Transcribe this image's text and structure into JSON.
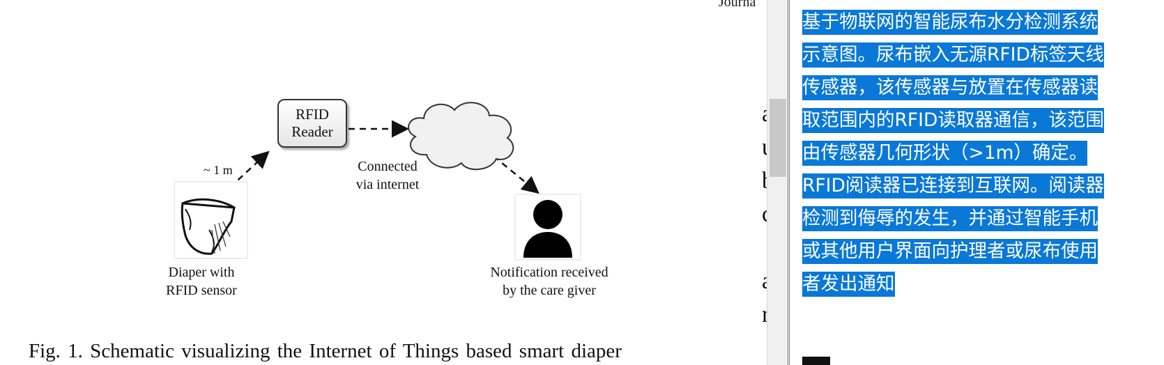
{
  "document": {
    "journal_header": "Journa",
    "figure": {
      "rfid_reader": {
        "line1": "RFID",
        "line2": "Reader"
      },
      "distance_label": "~ 1 m",
      "connected_label": {
        "line1": "Connected",
        "line2": "via internet"
      },
      "diaper_label": {
        "line1": "Diaper with",
        "line2": "RFID sensor"
      },
      "notification_label": {
        "line1": "Notification received",
        "line2": "by the care giver"
      },
      "icons": {
        "cloud": "cloud-icon",
        "diaper": "diaper-icon",
        "person": "person-icon"
      }
    },
    "caption": "Fig. 1.   Schematic visualizing the Internet of Things based smart diaper",
    "cutoff_letters": [
      "a",
      "u",
      "b",
      "c",
      "",
      "a",
      "r"
    ]
  },
  "translation_panel": {
    "highlight_color": "#0a78d7",
    "lines": [
      "基于物联网的智能尿布水分检测系统",
      "示意图。尿布嵌入无源RFID标签天线",
      "传感器，该传感器与放置在传感器读",
      "取范围内的RFID读取器通信，该范围",
      "由传感器几何形状（>1m）确定。",
      "RFID阅读器已连接到互联网。阅读器",
      "检测到侮辱的发生，并通过智能手机",
      "或其他用户界面向护理者或尿布使用",
      "者发出通知"
    ]
  }
}
